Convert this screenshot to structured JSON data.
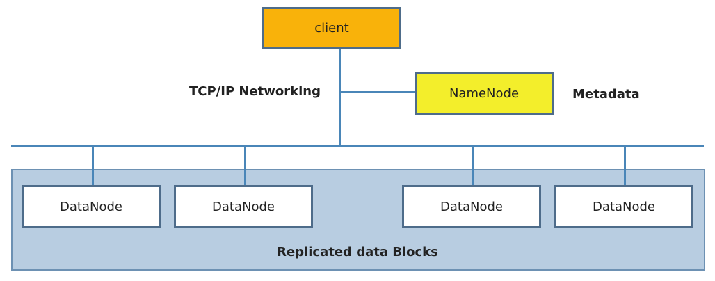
{
  "diagram": {
    "client_label": "client",
    "namenode_label": "NameNode",
    "network_label": "TCP/IP Networking",
    "metadata_label": "Metadata",
    "datanodes": [
      "DataNode",
      "DataNode",
      "DataNode",
      "DataNode"
    ],
    "cluster_label": "Replicated data Blocks"
  },
  "colors": {
    "client_fill": "#f9b20a",
    "namenode_fill": "#f3ee2b",
    "datanode_fill": "#ffffff",
    "cluster_fill": "#b8cde1",
    "connector": "#4a86b8",
    "box_border": "#4e6c8a"
  }
}
